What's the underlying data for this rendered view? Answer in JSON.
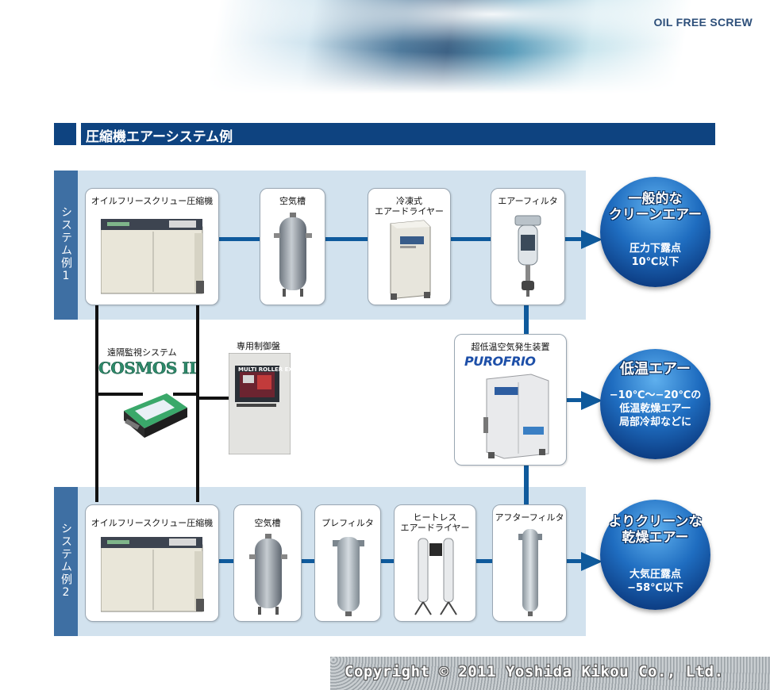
{
  "header": {
    "brand": "OIL FREE SCREW"
  },
  "section": {
    "title": "圧縮機エアーシステム例"
  },
  "system1": {
    "tab_label": "システム例1",
    "components": [
      {
        "label": "オイルフリースクリュー圧縮機",
        "icon": "compressor-icon"
      },
      {
        "label": "空気槽",
        "icon": "air-tank-icon"
      },
      {
        "label": "冷凍式\nエアードライヤー",
        "icon": "refrigerated-dryer-icon"
      },
      {
        "label": "エアーフィルタ",
        "icon": "air-filter-icon"
      }
    ],
    "result_title": "一般的な\nクリーンエアー",
    "result_sub": "圧力下露点\n10℃以下"
  },
  "middle": {
    "remote_label": "遠隔監視システム",
    "remote_logo": "COSMOS II",
    "panel_label": "専用制御盤",
    "panel_screen_text": "MULTI ROLLER EX",
    "purofrio_label": "超低温空気発生装置",
    "purofrio_logo": "PUROFRIO",
    "result_title": "低温エアー",
    "result_sub": "−10℃〜−20℃の\n低温乾燥エアー\n局部冷却などに"
  },
  "system2": {
    "tab_label": "システム例2",
    "components": [
      {
        "label": "オイルフリースクリュー圧縮機",
        "icon": "compressor-icon"
      },
      {
        "label": "空気槽",
        "icon": "air-tank-icon"
      },
      {
        "label": "プレフィルタ",
        "icon": "pre-filter-icon"
      },
      {
        "label": "ヒートレス\nエアードライヤー",
        "icon": "heatless-dryer-icon"
      },
      {
        "label": "アフターフィルタ",
        "icon": "after-filter-icon"
      }
    ],
    "result_title": "よりクリーンな\n乾燥エアー",
    "result_sub": "大気圧露点\n−58℃以下"
  },
  "footer": {
    "copyright": "Copyright © 2011 Yoshida Kikou Co., Ltd."
  },
  "colors": {
    "section_bar": "#0e4380",
    "band": "#d2e2ee",
    "tab": "#3e6fa3",
    "connector": "#0f5a9c",
    "bubble": "#1f6dc0"
  }
}
